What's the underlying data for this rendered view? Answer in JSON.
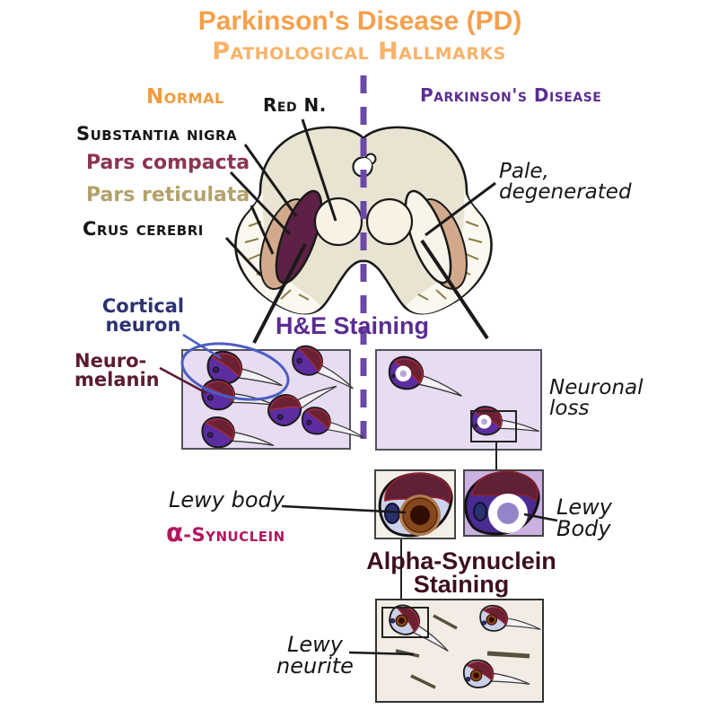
{
  "header": {
    "title": "Parkinson's Disease (PD)",
    "subtitle": "Pathological Hallmarks"
  },
  "columns": {
    "normal": "Normal",
    "parkinsons": "Parkinson's Disease"
  },
  "midbrain": {
    "red_nucleus": "Red N.",
    "substantia_nigra": "Substantia nigra",
    "pars_compacta": "Pars compacta",
    "pars_reticulata": "Pars reticulata",
    "crus_cerebri": "Crus cerebri",
    "pale_degenerated": [
      "Pale,",
      "degenerated"
    ]
  },
  "he": {
    "title": "H&E Staining",
    "cortical_neuron": [
      "Cortical",
      "neuron"
    ],
    "neuromelanin": [
      "Neuro-",
      "melanin"
    ],
    "neuronal_loss": [
      "Neuronal",
      "loss"
    ]
  },
  "lewy": {
    "body_left": "Lewy body",
    "alpha_symbol": "α",
    "alpha_text": "-Synuclein",
    "body_right": [
      "Lewy",
      "Body"
    ]
  },
  "asyn": {
    "title": [
      "Alpha-Synuclein",
      "Staining"
    ],
    "lewy_neurite": [
      "Lewy",
      "neurite"
    ]
  },
  "colors": {
    "title_orange": "#f5a04c",
    "subtitle_orange": "#f8b269",
    "purple": "#5b2d91",
    "divider_purple": "#6a4aa5",
    "compacta_text": "#8c3550",
    "reticulata_text": "#b3a16b",
    "neuromelanin_text": "#5c1b33",
    "cortical_text": "#2d3272",
    "alpha_magenta": "#b0195f",
    "asyn_title": "#3d0f1d",
    "substantia_nigra_pigment": "#5c2145",
    "pars_reticulata_fill": "#d2aa8b",
    "midbrain_fill": "#e9e4d2",
    "he_box_fill": "#e7dcf2",
    "neuron_violet": "#5b2da0",
    "neuromelanin_fill": "#6b2133",
    "lewy_body_brown": "#8a4517"
  }
}
